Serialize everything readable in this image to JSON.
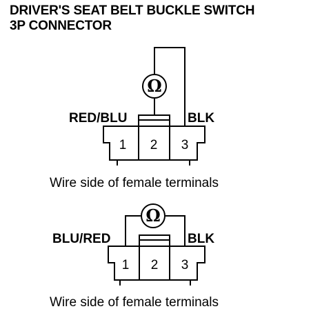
{
  "title": {
    "line1": "DRIVER'S SEAT BELT BUCKLE SWITCH",
    "line2": "3P CONNECTOR"
  },
  "meter_symbol": "Ω",
  "diagram_top": {
    "left_wire_label": "RED/BLU",
    "right_wire_label": "BLK",
    "terminals": [
      "1",
      "2",
      "3"
    ],
    "caption": "Wire side of female terminals"
  },
  "diagram_bottom": {
    "left_wire_label": "BLU/RED",
    "right_wire_label": "BLK",
    "terminals": [
      "1",
      "2",
      "3"
    ],
    "caption": "Wire side of female terminals"
  },
  "icons": {
    "meter": "ohmmeter-icon",
    "connector": "connector-icon"
  }
}
